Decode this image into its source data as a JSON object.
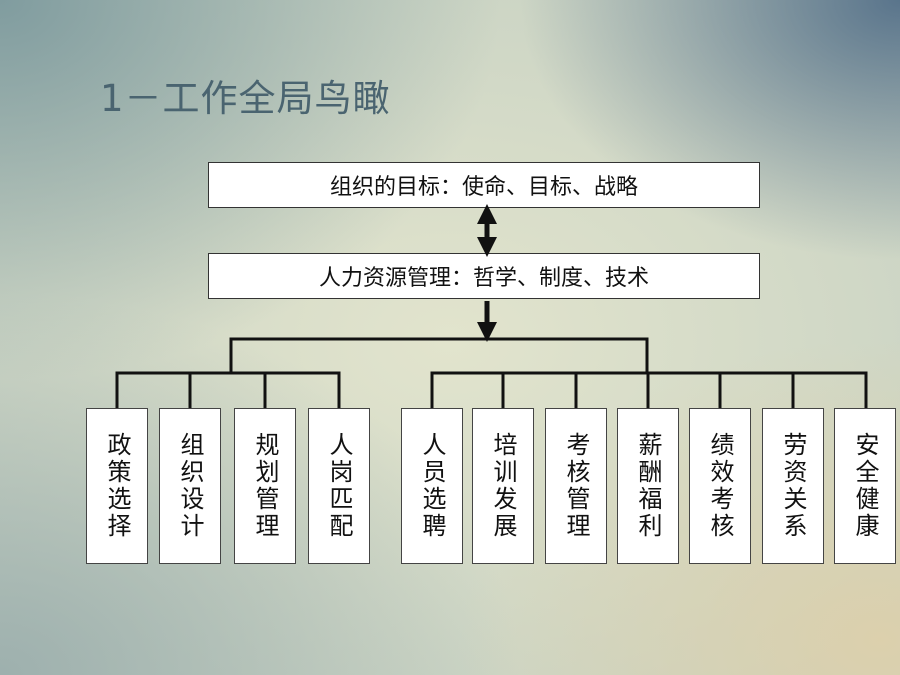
{
  "title": "1－工作全局鸟瞰",
  "goal_box": "组织的目标：使命、目标、战略",
  "hr_box": "人力资源管理：哲学、制度、技术",
  "left_group": [
    "政策选择",
    "组织设计",
    "规划管理",
    "人岗匹配"
  ],
  "right_group": [
    "人员选聘",
    "培训发展",
    "考核管理",
    "薪酬福利",
    "绩效考核",
    "劳资关系",
    "安全健康"
  ],
  "colors": {
    "title": "#4a6470",
    "line": "#111111"
  }
}
